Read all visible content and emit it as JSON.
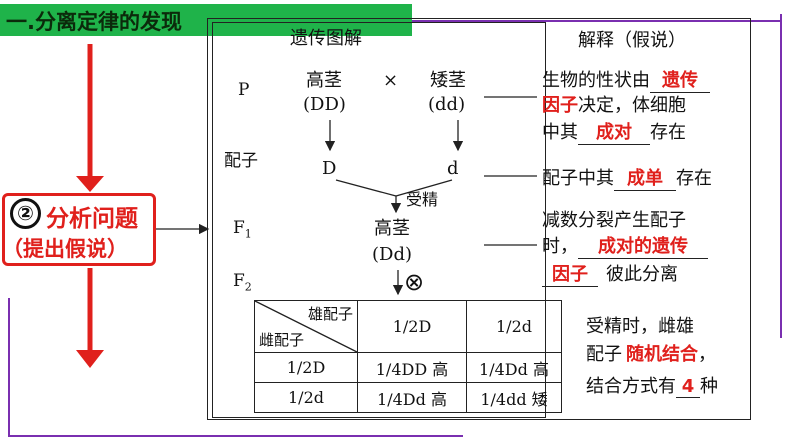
{
  "header": {
    "title": "一.分离定律的发现"
  },
  "badge": {
    "number": "②",
    "line1": "分析问题",
    "line2": "（提出假说）"
  },
  "diagram": {
    "title": "遗传图解",
    "gen_p": "P",
    "gen_gamete": "配子",
    "gen_f1": "F",
    "gen_f1_sub": "1",
    "gen_f2": "F",
    "gen_f2_sub": "2",
    "parent1_name": "高茎",
    "parent1_genotype": "(DD)",
    "cross_symbol": "×",
    "parent2_name": "矮茎",
    "parent2_genotype": "(dd)",
    "gamete1": "D",
    "gamete2": "d",
    "fertilization": "受精",
    "f1_name": "高茎",
    "f1_genotype": "(Dd)",
    "selfing_symbol": "⊗"
  },
  "punnett": {
    "corner_top": "雄配子",
    "corner_bottom": "雌配子",
    "col1": "1/2D",
    "col2": "1/2d",
    "row1_label": "1/2D",
    "row1_c1": "1/4DD 高",
    "row1_c2": "1/4Dd 高",
    "row2_label": "1/2d",
    "row2_c1": "1/4Dd 高",
    "row2_c2": "1/4dd 矮"
  },
  "explanation": {
    "title": "解释（假说）",
    "h1_pre": "生物的性状由",
    "h1_ans1a": "遗传",
    "h1_ans1b": "因子",
    "h1_mid": "决定，体细胞",
    "h1_pre2": "中其",
    "h1_ans2": "成对",
    "h1_post": "存在",
    "h2_pre": "配子中其",
    "h2_ans": "成单",
    "h2_post": "存在",
    "h3_line1": "减数分裂产生配子",
    "h3_pre": "时，",
    "h3_ans1": "成对的遗传",
    "h3_ans2": "因子",
    "h3_post": "彼此分离",
    "h4_line1": "受精时，雌雄",
    "h4_pre": "配子",
    "h4_ans1": "随机结合",
    "h4_punct": "，",
    "h4_pre2": "结合方式有",
    "h4_ans2": "4",
    "h4_post": "种"
  },
  "colors": {
    "header": "#1fb34a",
    "accent": "#e0201c",
    "frame": "#7a2fb0"
  }
}
